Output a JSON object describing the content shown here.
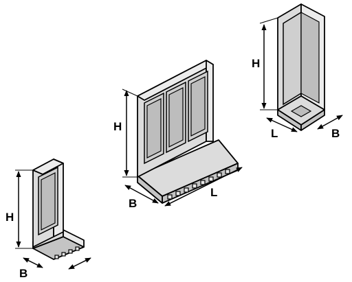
{
  "labels": {
    "small_height": "H",
    "small_width": "B",
    "large_height": "H",
    "large_width": "B",
    "large_length": "L",
    "corner_height": "H",
    "corner_length": "L",
    "corner_width": "B"
  },
  "colors": {
    "panel_fill": "#dcdcdc",
    "stroke": "#000000",
    "background": "#ffffff"
  }
}
